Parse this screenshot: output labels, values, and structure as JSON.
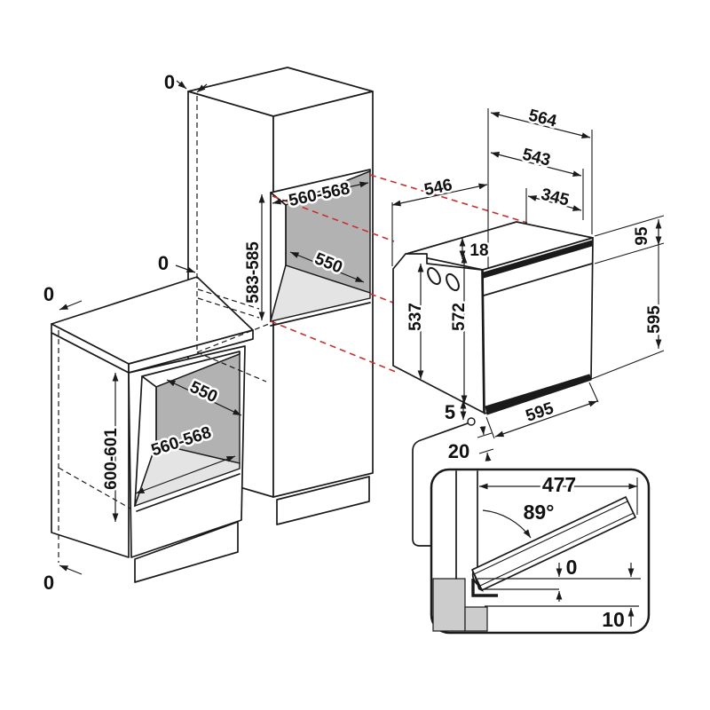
{
  "tall_cabinet": {
    "zero_top": "0",
    "zero_join": "0",
    "niche_width": "560-568",
    "niche_height": "583-585",
    "niche_depth": "550"
  },
  "base_cabinet": {
    "zero_top": "0",
    "zero_bottom": "0",
    "niche_depth": "550",
    "niche_height": "600-601",
    "niche_width": "560-568"
  },
  "oven": {
    "overall_width": "564",
    "inner_width": "543",
    "body_depth": "546",
    "top_depth": "345",
    "frame_lip": "18",
    "control_panel_height": "95",
    "body_height": "537",
    "frame_height": "572",
    "overall_height": "595",
    "front_width": "595",
    "bottom_lip": "5",
    "door_gap": "20"
  },
  "door_detail": {
    "door_length": "477",
    "open_angle": "89°",
    "flush_gap": "0",
    "floor_clearance": "10"
  },
  "colors": {
    "line": "#1a1a1a",
    "projection_red": "#c9302c",
    "niche_back_gray": "#b2b2b2",
    "niche_floor_gray": "#e4e4e4",
    "section_gray": "#cccccc"
  }
}
